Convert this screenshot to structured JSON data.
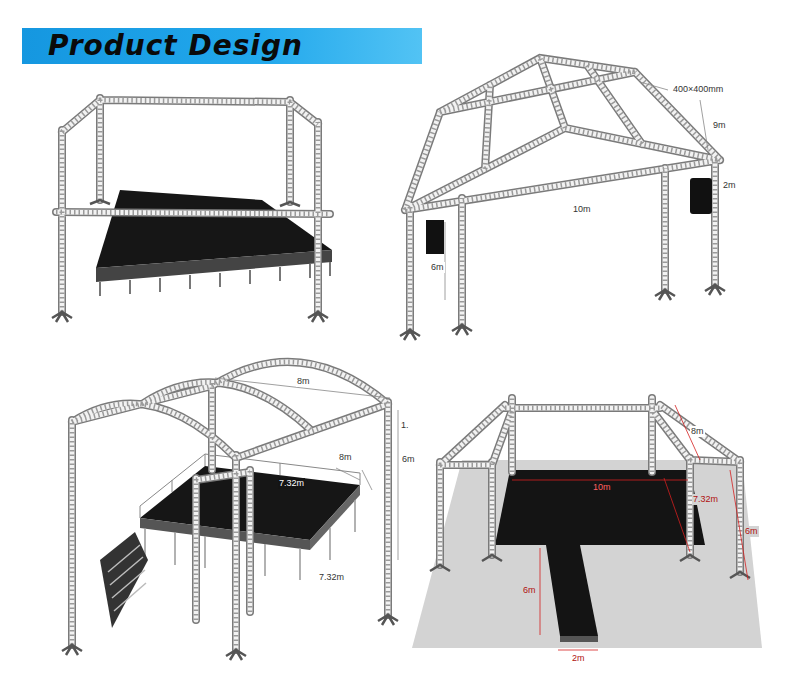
{
  "diagram": {
    "title": "Product Design",
    "labels": [
      "400×400mm",
      "9m",
      "10m",
      "2m",
      "6m",
      "8m",
      "1.",
      "8m",
      "6m",
      "7.32m",
      "7.32m",
      "8m",
      "10m",
      "7.32m",
      "6m",
      "6m",
      "2m"
    ]
  }
}
